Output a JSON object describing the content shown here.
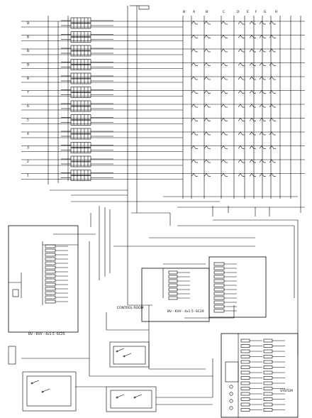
{
  "floor_labels": [
    "B",
    "B",
    "B",
    "B",
    "B",
    "7",
    "6",
    "5",
    "4",
    "3",
    "2",
    "1"
  ],
  "column_headers": [
    "B",
    "A",
    "B",
    "C",
    "D",
    "E",
    "F",
    "G",
    "H"
  ],
  "bottom_labels": {
    "control_room": "CONTROL ROOM",
    "cable_a": "BV - KVV - 4x1.5 -SC25",
    "cable_b": "BV - KVV - 4x1.5 -SC20",
    "system": "SYSTEM"
  },
  "colors": {
    "line": "#000000",
    "background": "#ffffff"
  }
}
